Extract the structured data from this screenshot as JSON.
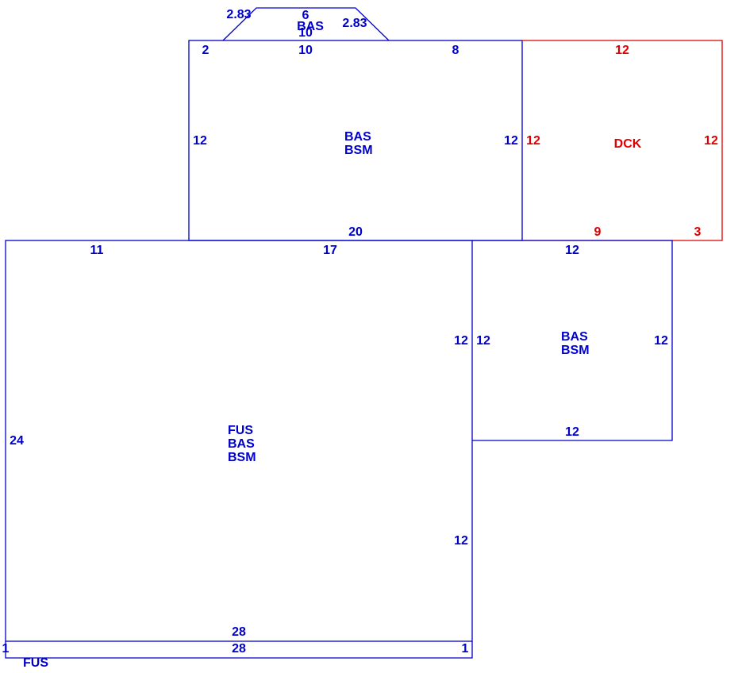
{
  "colors": {
    "structure": "#0000cc",
    "deck": "#dd0000",
    "background": "#ffffff"
  },
  "areas": [
    {
      "id": "bay-window",
      "kind": "structure",
      "labels": [
        "BAS"
      ],
      "dimensions": [
        "6",
        "10",
        "2.83",
        "2.83"
      ]
    },
    {
      "id": "upper-block",
      "kind": "structure",
      "labels": [
        "BAS",
        "BSM"
      ],
      "dimensions": [
        "2",
        "10",
        "8",
        "12",
        "12",
        "20"
      ]
    },
    {
      "id": "deck",
      "kind": "deck",
      "labels": [
        "DCK"
      ],
      "dimensions": [
        "12",
        "12",
        "12",
        "9",
        "3"
      ]
    },
    {
      "id": "main-block",
      "kind": "structure",
      "labels": [
        "FUS",
        "BAS",
        "BSM"
      ],
      "dimensions": [
        "11",
        "17",
        "24",
        "12",
        "12",
        "28"
      ]
    },
    {
      "id": "right-block",
      "kind": "structure",
      "labels": [
        "BAS",
        "BSM"
      ],
      "dimensions": [
        "12",
        "12",
        "12",
        "12"
      ]
    },
    {
      "id": "bottom-strip",
      "kind": "structure",
      "labels": [
        "FUS"
      ],
      "dimensions": [
        "28",
        "1",
        "1"
      ]
    }
  ]
}
